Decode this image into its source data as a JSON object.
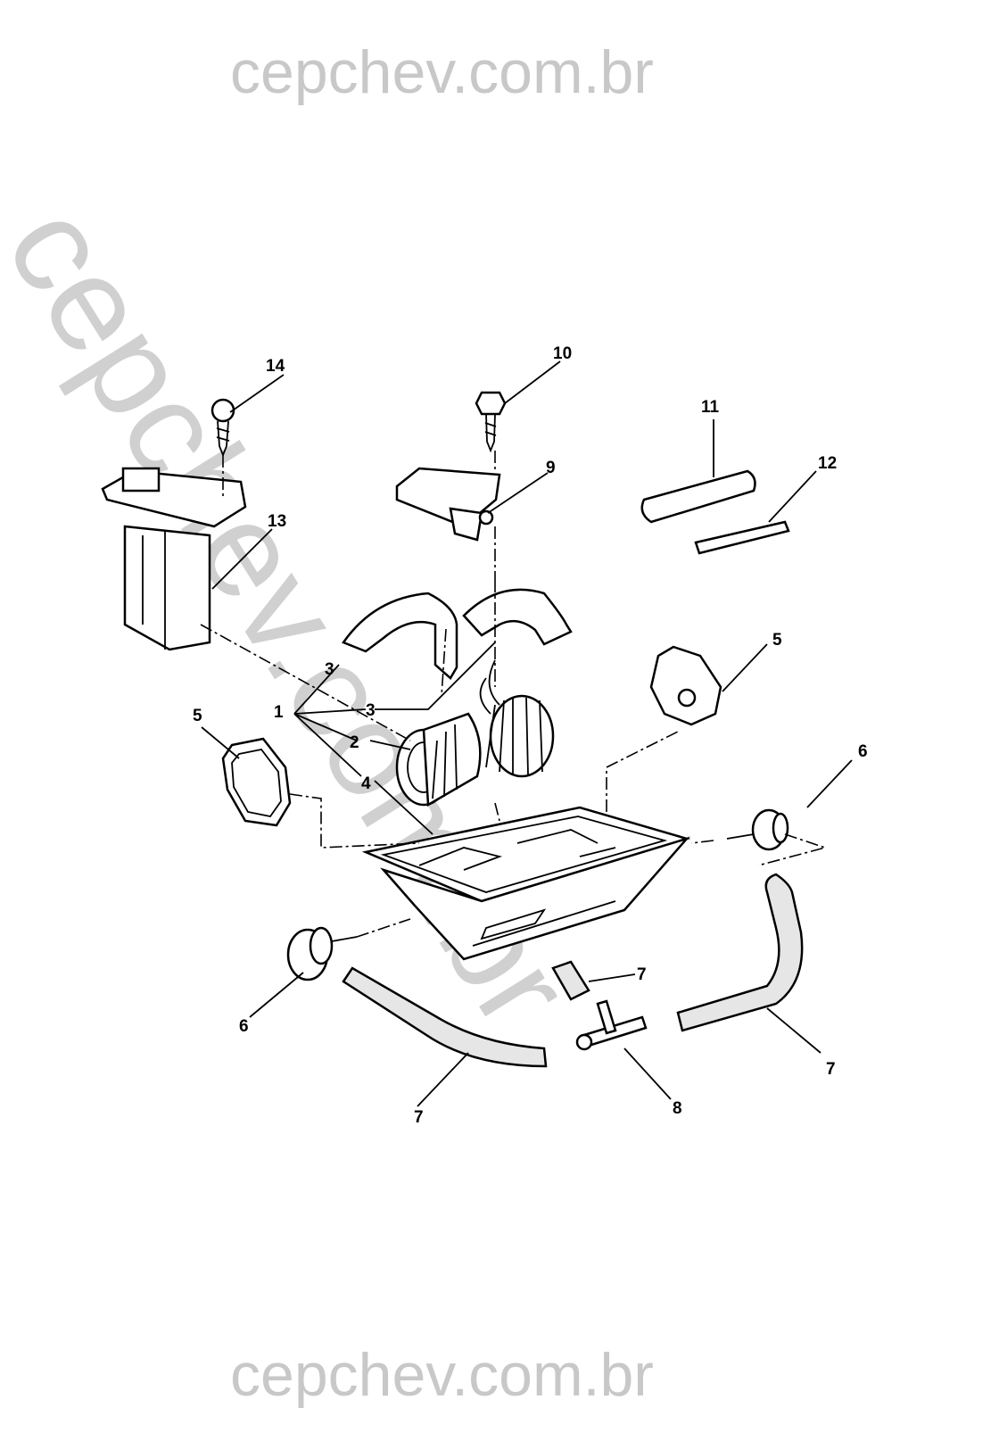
{
  "watermark": {
    "text": "cepchev.com.br"
  },
  "callouts": {
    "c1": "1",
    "c2": "2",
    "c3a": "3",
    "c3b": "3",
    "c4": "4",
    "c5a": "5",
    "c5b": "5",
    "c6a": "6",
    "c6b": "6",
    "c7a": "7",
    "c7b": "7",
    "c7c": "7",
    "c8": "8",
    "c9": "9",
    "c10": "10",
    "c11": "11",
    "c12": "12",
    "c13": "13",
    "c14": "14"
  }
}
